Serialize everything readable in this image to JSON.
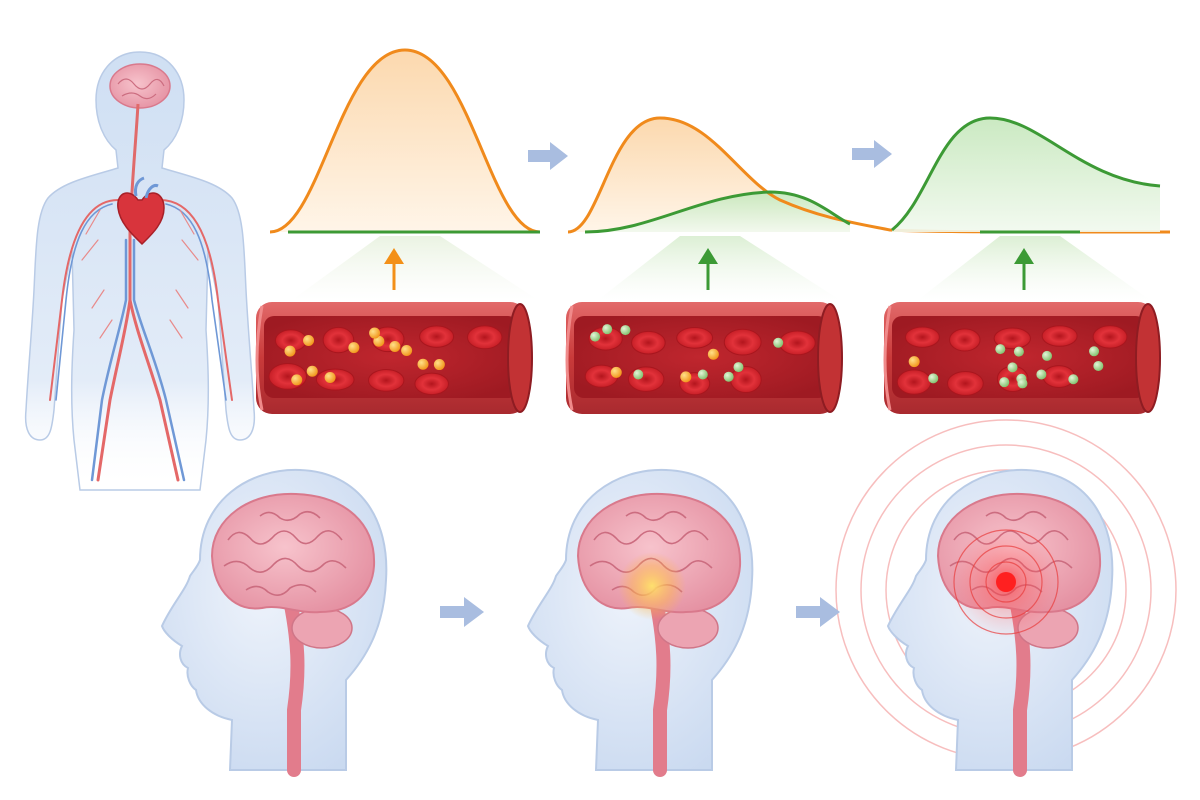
{
  "colors": {
    "background": "#ffffff",
    "orange_curve": "#f08a1c",
    "orange_fill": "#fde4c6",
    "green_curve": "#3c9a35",
    "green_fill": "#d7efd0",
    "vessel_wall": "#c93a3a",
    "vessel_lumen": "#b8202a",
    "red_cell": "#d8242c",
    "orange_particle": "#f6a21c",
    "green_particle": "#8fcf7c",
    "skin": "#dce7f5",
    "skin_outline": "#b9cbe6",
    "brain": "#f1aab7",
    "brain_outline": "#d9798c",
    "arrow_gray": "#a9bde0",
    "highlight_glow": "#ff3b3b"
  },
  "stages": [
    {
      "id": "stage-1",
      "curve": {
        "orange_peak": 1.0,
        "orange_center": 0.45,
        "green_level": 0.0
      },
      "vessel": {
        "orange_particles": 12,
        "green_particles": 0,
        "arrow_color": "orange"
      },
      "brain": {
        "state": "normal"
      }
    },
    {
      "id": "stage-2",
      "curve": {
        "orange_peak": 0.55,
        "orange_center": 0.25,
        "green_level": 0.18
      },
      "vessel": {
        "orange_particles": 3,
        "green_particles": 8,
        "arrow_color": "green"
      },
      "brain": {
        "state": "mild-glow"
      }
    },
    {
      "id": "stage-3",
      "curve": {
        "orange_peak": 0.0,
        "orange_center": 0.0,
        "green_level": 0.55
      },
      "vessel": {
        "orange_particles": 1,
        "green_particles": 12,
        "arrow_color": "green"
      },
      "brain": {
        "state": "focal-red"
      }
    }
  ],
  "icons": {
    "body": "human-body-circulatory-icon",
    "heart": "heart-icon",
    "flow_arrow": "flow-arrow-icon",
    "up_arrow": "up-arrow-icon"
  }
}
